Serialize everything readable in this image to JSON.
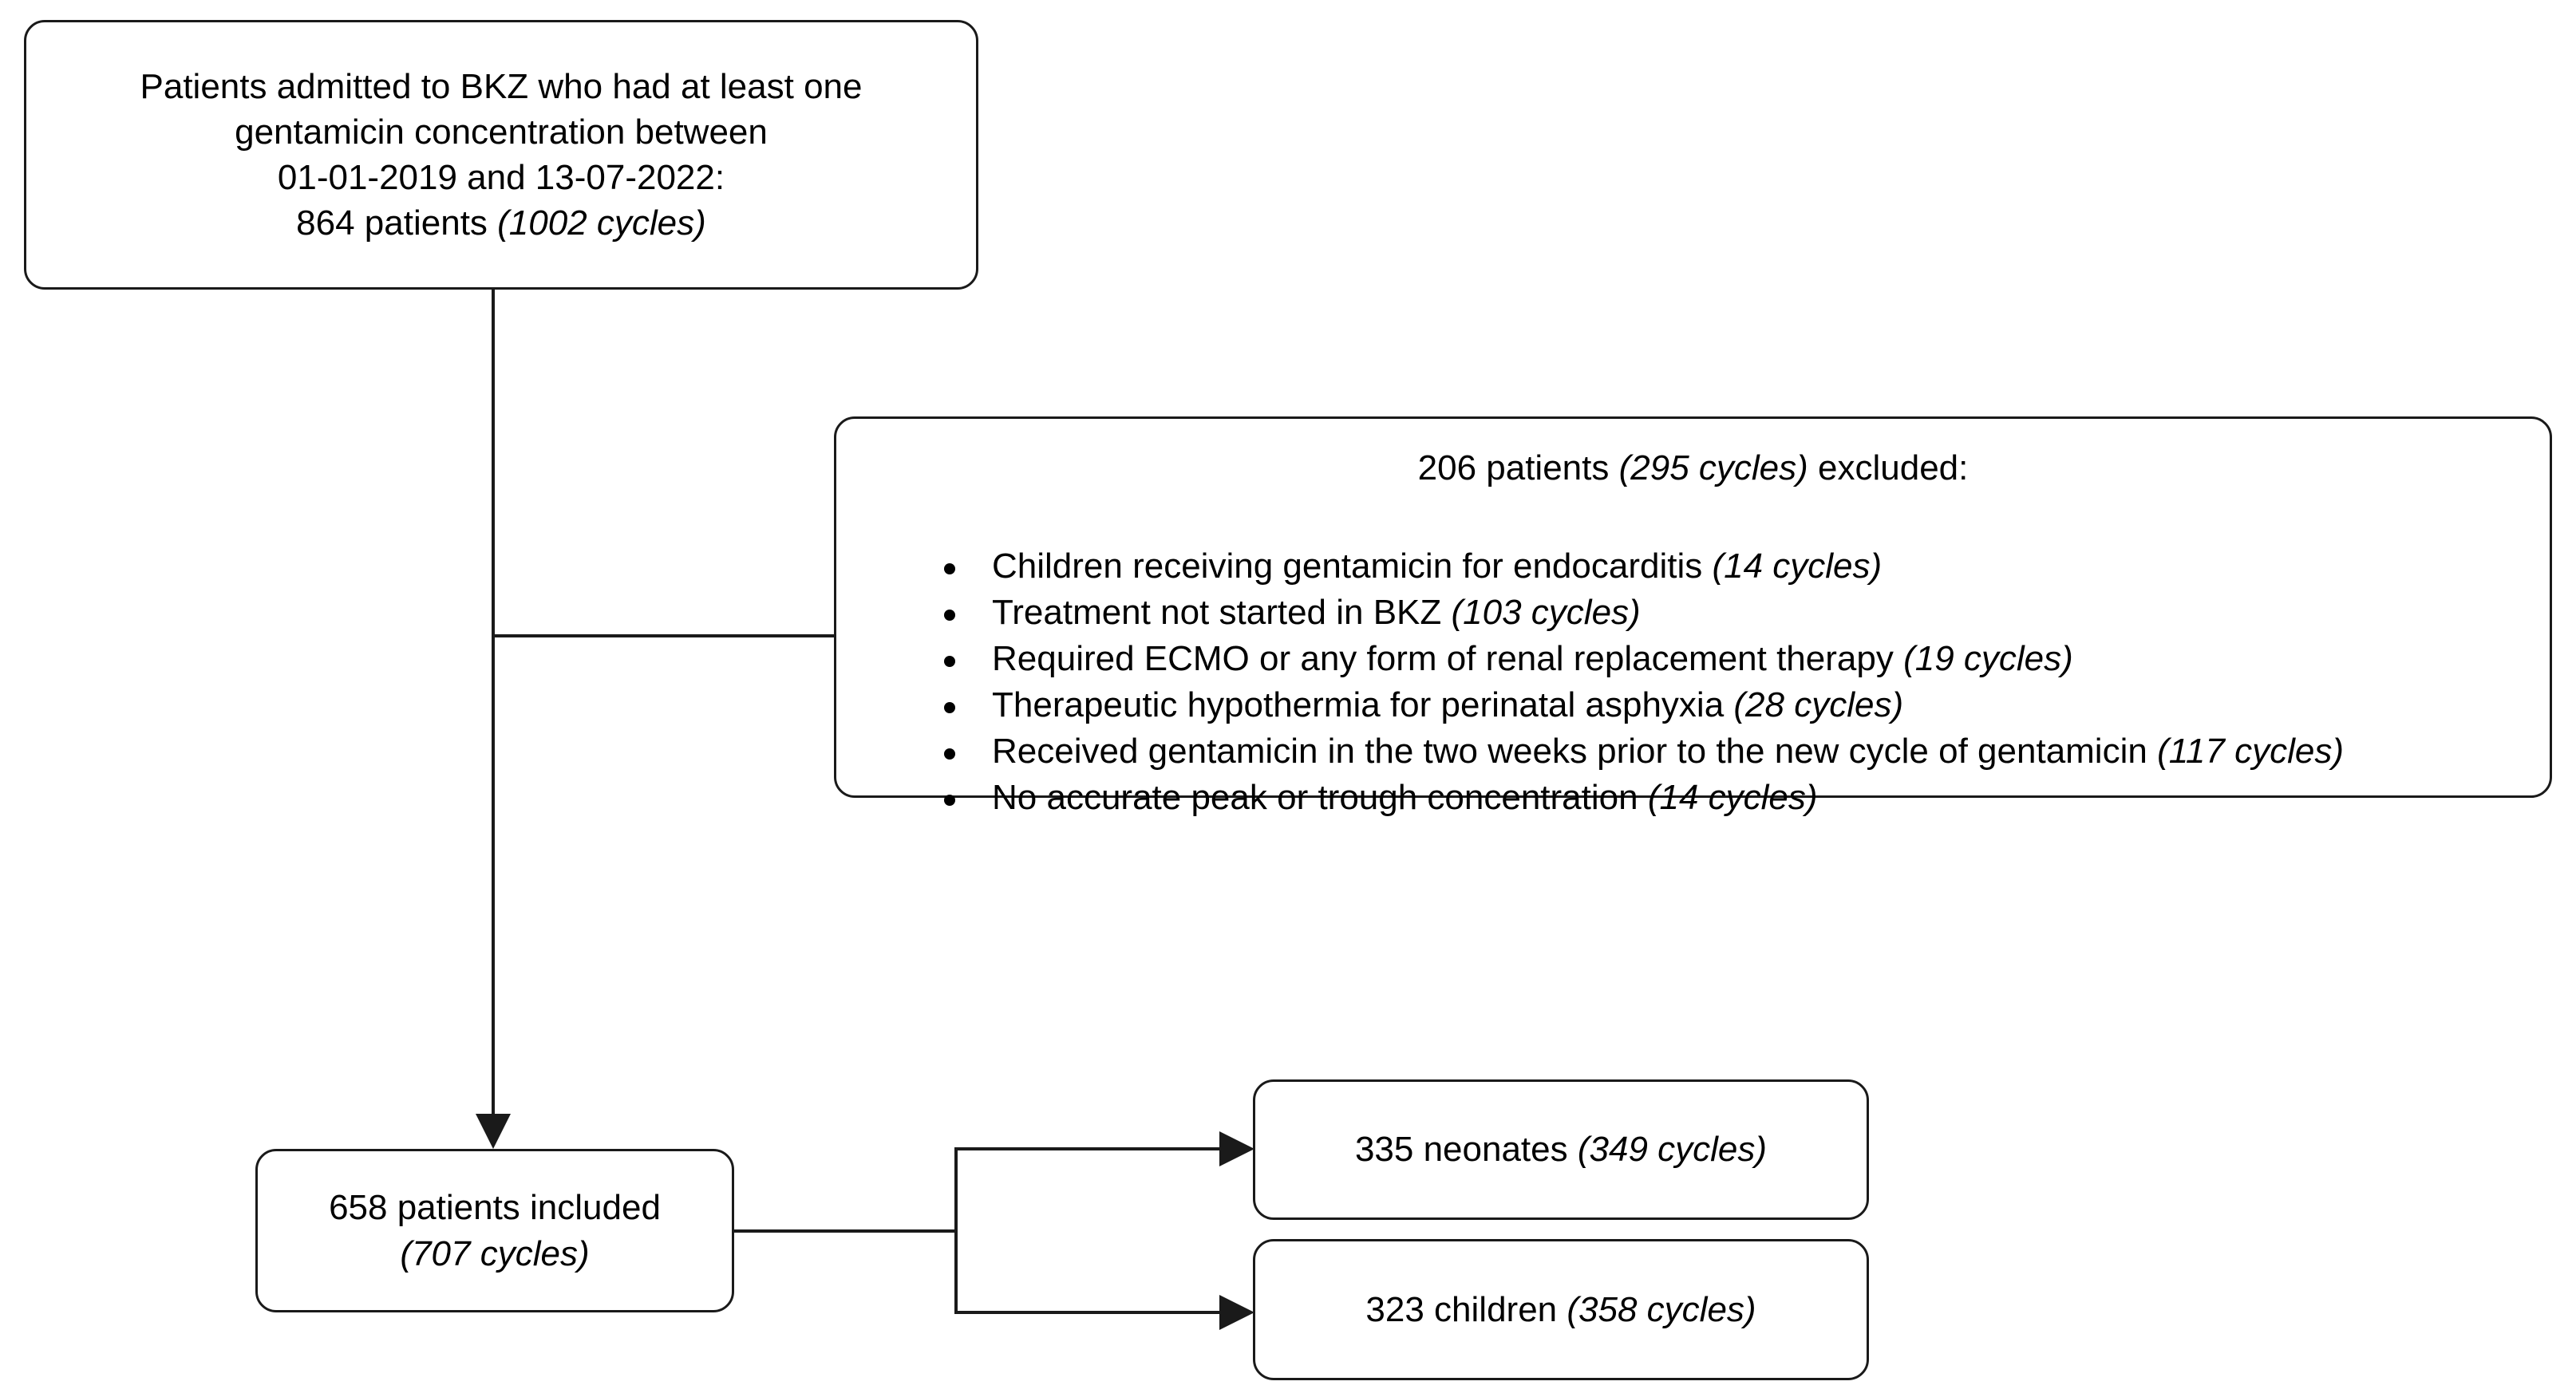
{
  "diagram": {
    "type": "flowchart",
    "title": "Patient inclusion flow diagram",
    "colors": {
      "stroke": "#1a1a1a",
      "background": "#ffffff",
      "text": "#000000"
    },
    "source_box": {
      "line1": "Patients admitted to BKZ who had at least one",
      "line2": "gentamicin concentration between",
      "line3": "01-01-2019 and 13-07-2022:",
      "line4_plain": "864 patients ",
      "line4_italic": "(1002 cycles)"
    },
    "excluded_box": {
      "title_plain_1": "206 patients ",
      "title_italic": "(295 cycles)",
      "title_plain_2": " excluded:",
      "items": [
        {
          "text": "Children receiving gentamicin for endocarditis ",
          "cycles": "(14 cycles)"
        },
        {
          "text": "Treatment not started in BKZ ",
          "cycles": "(103 cycles)"
        },
        {
          "text": "Required ECMO or any form of renal replacement therapy ",
          "cycles": "(19 cycles)"
        },
        {
          "text": "Therapeutic hypothermia for perinatal asphyxia ",
          "cycles": "(28 cycles)"
        },
        {
          "text": "Received gentamicin in the two weeks prior to the new cycle of gentamicin ",
          "cycles": "(117 cycles)"
        },
        {
          "text": "No accurate peak or trough concentration ",
          "cycles": "(14 cycles)"
        }
      ]
    },
    "included_box": {
      "line1": "658 patients included",
      "line2_italic": "(707 cycles)"
    },
    "neonates_box": {
      "plain": "335 neonates ",
      "italic": "(349 cycles)"
    },
    "children_box": {
      "plain": "323 children ",
      "italic": "(358 cycles)"
    }
  }
}
